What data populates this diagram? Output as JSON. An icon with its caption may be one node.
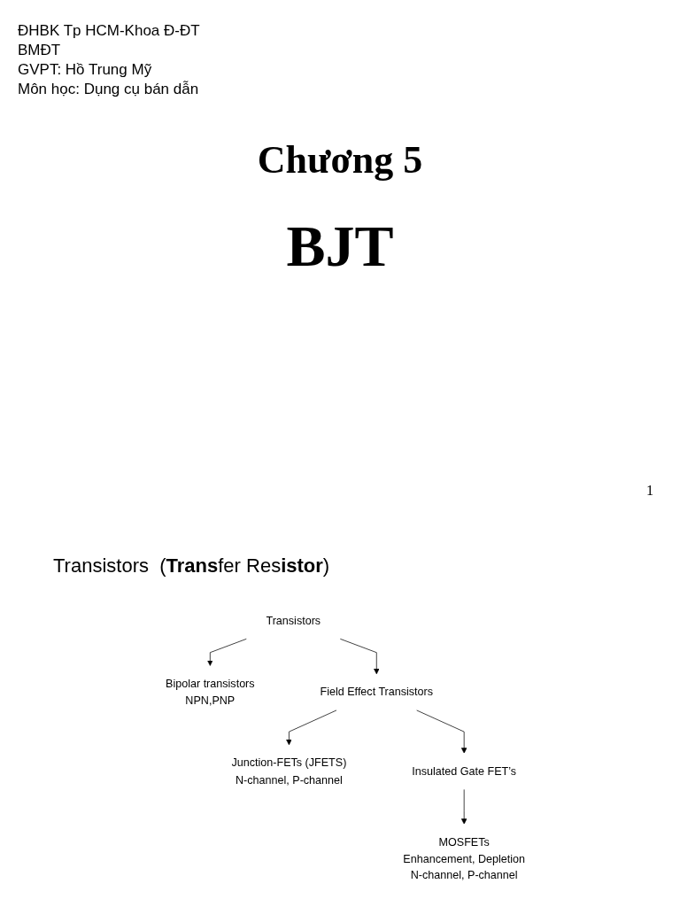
{
  "diagram": {
    "title": "Transistors  (**Trans**fer Res**istor**)",
    "nodes": [
      {
        "text": [
          "Transistors"
        ]
      },
      {
        "text": [
          "Bipolar transistors",
          "NPN,PNP"
        ]
      },
      {
        "text": [
          "Field Effect Transistors"
        ]
      },
      {
        "text": [
          "Junction-FETs (JFETS)",
          "N-channel, P-channel"
        ]
      },
      {
        "text": [
          "Insulated Gate FET’s"
        ]
      },
      {
        "text": [
          "MOSFETs",
          "Enhancement, Depletion",
          "N-channel, P-channel"
        ]
      }
    ],
    "edges": [
      {
        "from": 0,
        "to": 1,
        "arrow": "to"
      },
      {
        "from": 0,
        "to": 2,
        "arrow": "to"
      },
      {
        "from": 2,
        "to": 3,
        "arrow": "to"
      },
      {
        "from": 2,
        "to": 4,
        "arrow": "to"
      },
      {
        "from": 4,
        "to": 5,
        "arrow": "to"
      }
    ],
    "labels": [
      "ĐHBK Tp HCM-Khoa Đ-ĐT",
      "BMĐT",
      "GVPT: Hồ Trung Mỹ",
      "Môn học: Dụng cụ bán dẫn",
      "Chương 5",
      "BJT",
      "1"
    ]
  }
}
